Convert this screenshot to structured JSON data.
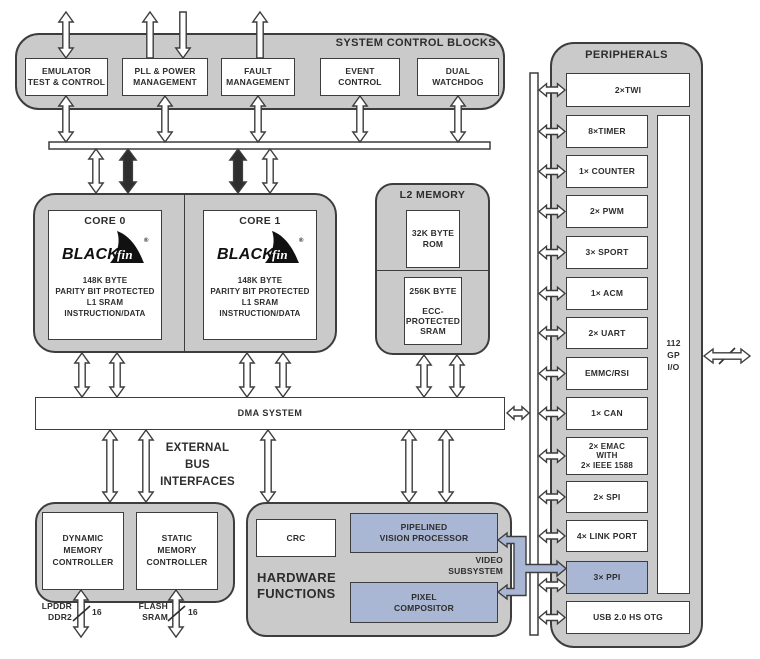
{
  "diagram": {
    "system_control": {
      "title": "SYSTEM CONTROL BLOCKS",
      "blocks": [
        {
          "label": "EMULATOR\nTEST & CONTROL"
        },
        {
          "label": "PLL & POWER\nMANAGEMENT"
        },
        {
          "label": "FAULT\nMANAGEMENT"
        },
        {
          "label": "EVENT\nCONTROL"
        },
        {
          "label": "DUAL\nWATCHDOG"
        }
      ]
    },
    "cores": {
      "core0_title": "CORE 0",
      "core1_title": "CORE 1",
      "logo_black": "BLACK",
      "logo_fin": "fin",
      "logo_reg": "®",
      "sram_text": "148K BYTE\nPARITY BIT PROTECTED\nL1 SRAM\nINSTRUCTION/DATA"
    },
    "l2_memory": {
      "title": "L2 MEMORY",
      "rom": "32K BYTE\nROM",
      "sram": "256K BYTE\n\nECC-\nPROTECTED\nSRAM"
    },
    "dma": {
      "label": "DMA SYSTEM"
    },
    "external_bus": {
      "label": "EXTERNAL\nBUS\nINTERFACES"
    },
    "memory_controllers": {
      "dynamic": "DYNAMIC\nMEMORY\nCONTROLLER",
      "static": "STATIC\nMEMORY\nCONTROLLER",
      "lpddr": "LPDDR\nDDR2",
      "lpddr_width": "16",
      "flash": "FLASH\nSRAM",
      "flash_width": "16"
    },
    "hardware_functions": {
      "title": "HARDWARE\nFUNCTIONS",
      "crc": "CRC",
      "vision": "PIPELINED\nVISION PROCESSOR",
      "pixel": "PIXEL\nCOMPOSITOR",
      "video_subsystem": "VIDEO\nSUBSYSTEM"
    },
    "peripherals": {
      "title": "PERIPHERALS",
      "gp_io": "112\nGP\nI/O",
      "items": [
        {
          "label": "2×TWI"
        },
        {
          "label": "8×TIMER"
        },
        {
          "label": "1× COUNTER"
        },
        {
          "label": "2× PWM"
        },
        {
          "label": "3× SPORT"
        },
        {
          "label": "1× ACM"
        },
        {
          "label": "2× UART"
        },
        {
          "label": "EMMC/RSI"
        },
        {
          "label": "1× CAN"
        },
        {
          "label": "2× EMAC\nWITH\n2× IEEE 1588"
        },
        {
          "label": "2× SPI"
        },
        {
          "label": "4× LINK PORT"
        },
        {
          "label": "3× PPI"
        },
        {
          "label": "USB 2.0 HS OTG"
        }
      ]
    },
    "colors": {
      "container_gray": "#cacaca",
      "accent_blue": "#a9b6d4",
      "arrow_black": "#2e2e2e",
      "border_dark": "#3d3d3d"
    }
  }
}
